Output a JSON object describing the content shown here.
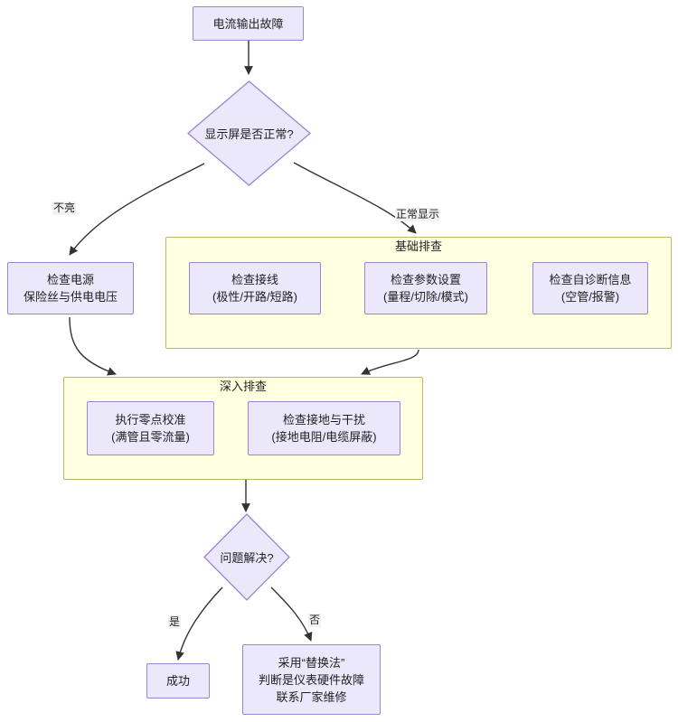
{
  "diagram": {
    "type": "flowchart",
    "title_node": "电流输出故障",
    "nodes": [
      {
        "id": "start",
        "shape": "rect",
        "label": "电流输出故障"
      },
      {
        "id": "dec1",
        "shape": "diamond",
        "label": "显示屏是否正常?"
      },
      {
        "id": "power",
        "shape": "rect",
        "label": "检查电源\n保险丝与供电电压"
      },
      {
        "id": "wiring",
        "shape": "rect",
        "label": "检查接线\n(极性/开路/短路)"
      },
      {
        "id": "params",
        "shape": "rect",
        "label": "检查参数设置\n(量程/切除/模式)"
      },
      {
        "id": "selfdiag",
        "shape": "rect",
        "label": "检查自诊断信息\n(空管/报警)"
      },
      {
        "id": "zerocal",
        "shape": "rect",
        "label": "执行零点校准\n(满管且零流量)"
      },
      {
        "id": "ground",
        "shape": "rect",
        "label": "检查接地与干扰\n(接地电阻/电缆屏蔽)"
      },
      {
        "id": "dec2",
        "shape": "diamond",
        "label": "问题解决?"
      },
      {
        "id": "success",
        "shape": "rect",
        "label": "成功"
      },
      {
        "id": "replace",
        "shape": "rect",
        "label": "采用“替换法”\n判断是仪表硬件故障\n联系厂家维修"
      }
    ],
    "clusters": [
      {
        "id": "basic",
        "title": "基础排查"
      },
      {
        "id": "deep",
        "title": "深入排查"
      }
    ],
    "edge_labels": {
      "not_lit": "不亮",
      "normal_display": "正常显示",
      "yes": "是",
      "no": "否"
    },
    "colors": {
      "node_fill": "#ECE8FB",
      "node_stroke": "#9A85CE",
      "cluster_fill": "#FFFFE1",
      "cluster_stroke": "#BDB76B",
      "edge_stroke": "#333333",
      "text": "#1f1f1f",
      "edge_label_bg": "#f2f2f2"
    }
  }
}
